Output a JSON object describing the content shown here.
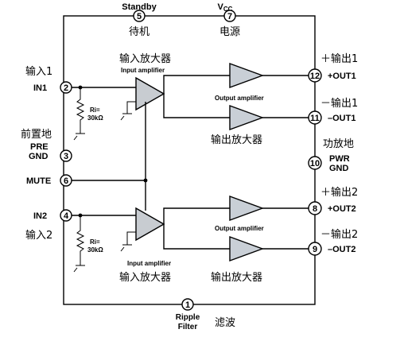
{
  "pins": {
    "standby": {
      "num": "5",
      "label": "Standby",
      "cn": "待机"
    },
    "vcc": {
      "num": "7",
      "label": "VCC",
      "cn": "电源"
    },
    "in1": {
      "num": "2",
      "label": "IN1",
      "cn": "输入1"
    },
    "pregnd": {
      "num": "3",
      "label1": "PRE",
      "label2": "GND",
      "cn": "前置地"
    },
    "mute": {
      "num": "6",
      "label": "MUTE"
    },
    "in2": {
      "num": "4",
      "label": "IN2",
      "cn": "输入2"
    },
    "out1p": {
      "num": "12",
      "label": "+OUT1",
      "cn": "＋输出1"
    },
    "out1m": {
      "num": "11",
      "label": "–OUT1",
      "cn": "－输出1"
    },
    "pwrgnd": {
      "num": "10",
      "label1": "PWR",
      "label2": "GND",
      "cn": "功放地"
    },
    "out2p": {
      "num": "8",
      "label": "+OUT2",
      "cn": "＋输出2"
    },
    "out2m": {
      "num": "9",
      "label": "–OUT2",
      "cn": "－输出2"
    },
    "ripple": {
      "num": "1",
      "label1": "Ripple",
      "label2": "Filter",
      "cn": "滤波"
    }
  },
  "blocks": {
    "input_amp_top": {
      "en": "Input amplifier",
      "cn": "输入放大器"
    },
    "output_amp_top": {
      "en": "Output amplifier",
      "cn": "输出放大器"
    },
    "input_amp_bottom": {
      "en": "Input amplifier",
      "cn": "输入放大器"
    },
    "output_amp_bottom": {
      "en": "Output amplifier",
      "cn": "输出放大器"
    }
  },
  "resistors": {
    "r1": {
      "label": "Ri=",
      "value": "30kΩ"
    },
    "r2": {
      "label": "Ri=",
      "value": "30kΩ"
    }
  }
}
